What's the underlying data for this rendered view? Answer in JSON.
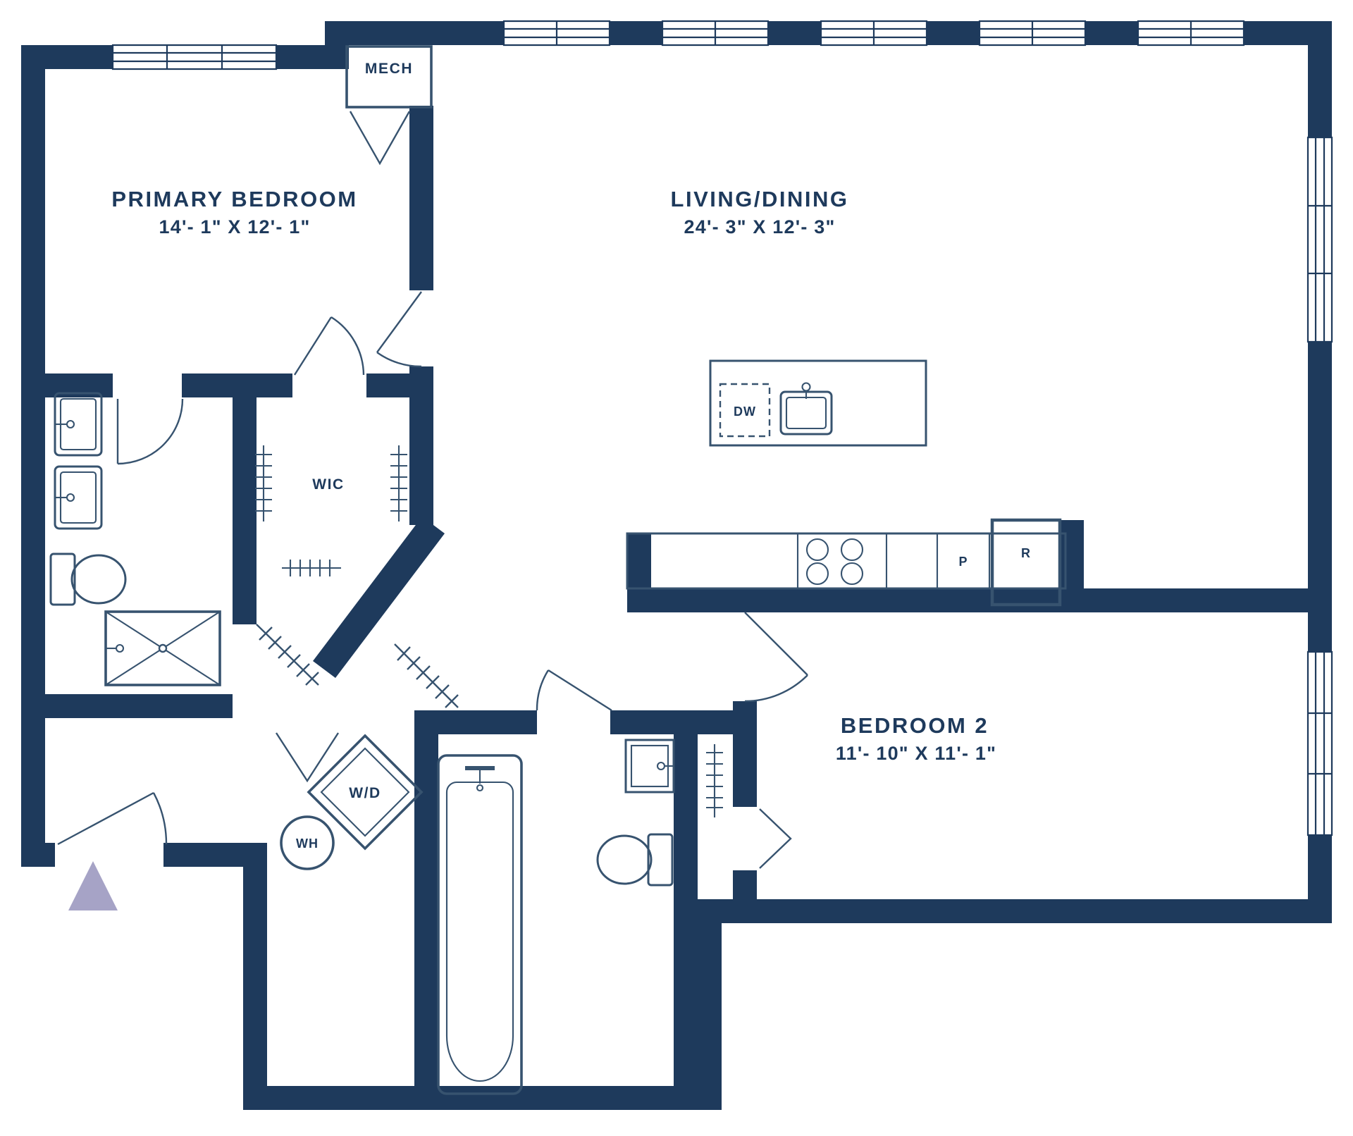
{
  "floorplan": {
    "rooms": {
      "primary_bedroom": {
        "name": "PRIMARY BEDROOM",
        "dimensions": "14'- 1\" X 12'- 1\""
      },
      "living_dining": {
        "name": "LIVING/DINING",
        "dimensions": "24'- 3\" X 12'- 3\""
      },
      "bedroom_2": {
        "name": "BEDROOM 2",
        "dimensions": "11'- 10\" X 11'- 1\""
      },
      "mech": {
        "name": "MECH"
      },
      "walk_in_closet": {
        "name": "WIC"
      }
    },
    "appliances": {
      "dishwasher": "DW",
      "pantry": "P",
      "refrigerator": "R",
      "washer_dryer": "W/D",
      "water_heater": "WH"
    },
    "colors": {
      "wall": "#1e3a5c",
      "fixture_line": "#37536f",
      "north_arrow": "#a6a3c6",
      "background": "#ffffff"
    }
  }
}
